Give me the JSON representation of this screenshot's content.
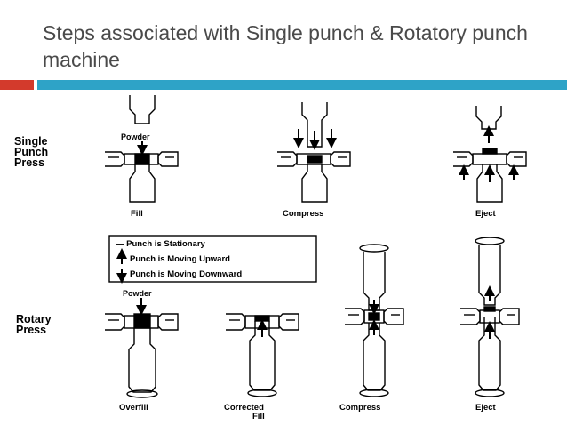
{
  "slide": {
    "title": "Steps associated with Single punch & Rotatory punch machine"
  },
  "accent_colors": {
    "red": "#d33a2c",
    "blue": "#2ea3c7"
  },
  "single_press": {
    "row_label_line1": "Single",
    "row_label_line2": "Punch",
    "row_label_line3": "Press",
    "powder_label": "Powder",
    "steps": [
      "Fill",
      "Compress",
      "Eject"
    ]
  },
  "legend": {
    "items": [
      "— Punch is Stationary",
      "Punch is Moving Upward",
      "Punch is Moving Downward"
    ]
  },
  "rotary_press": {
    "row_label_line1": "Rotary",
    "row_label_line2": "Press",
    "powder_label": "Powder",
    "steps": [
      "Overfill",
      "Corrected",
      "Fill",
      "Compress",
      "Eject"
    ]
  }
}
